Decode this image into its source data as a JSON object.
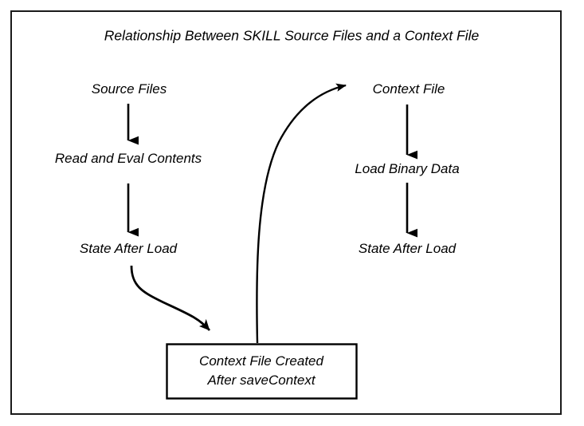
{
  "figure": {
    "title": "Relationship Between SKILL Source Files and a Context File",
    "border_color": "#1a1a1a",
    "background_color": "#ffffff",
    "line_color": "#000000"
  },
  "left_flow": {
    "nodes": [
      {
        "label": "Source Files"
      },
      {
        "label": "Read and Eval Contents"
      },
      {
        "label": "State After Load"
      }
    ]
  },
  "right_flow": {
    "nodes": [
      {
        "label": "Context File"
      },
      {
        "label": "Load Binary Data"
      },
      {
        "label": "State After Load"
      }
    ]
  },
  "context_box": {
    "line1": "Context File Created",
    "line2": "After saveContext"
  },
  "connectors": [
    {
      "name": "source-files-to-read-and-eval",
      "kind": "straight-arrow-down"
    },
    {
      "name": "read-and-eval-to-state-after-load",
      "kind": "straight-arrow-down"
    },
    {
      "name": "left-state-to-context-box",
      "kind": "s-curve-arrow"
    },
    {
      "name": "context-box-to-context-file",
      "kind": "curved-arrow-up"
    },
    {
      "name": "context-file-to-load-binary-data",
      "kind": "straight-arrow-down"
    },
    {
      "name": "load-binary-data-to-state-after-load",
      "kind": "straight-arrow-down"
    }
  ]
}
